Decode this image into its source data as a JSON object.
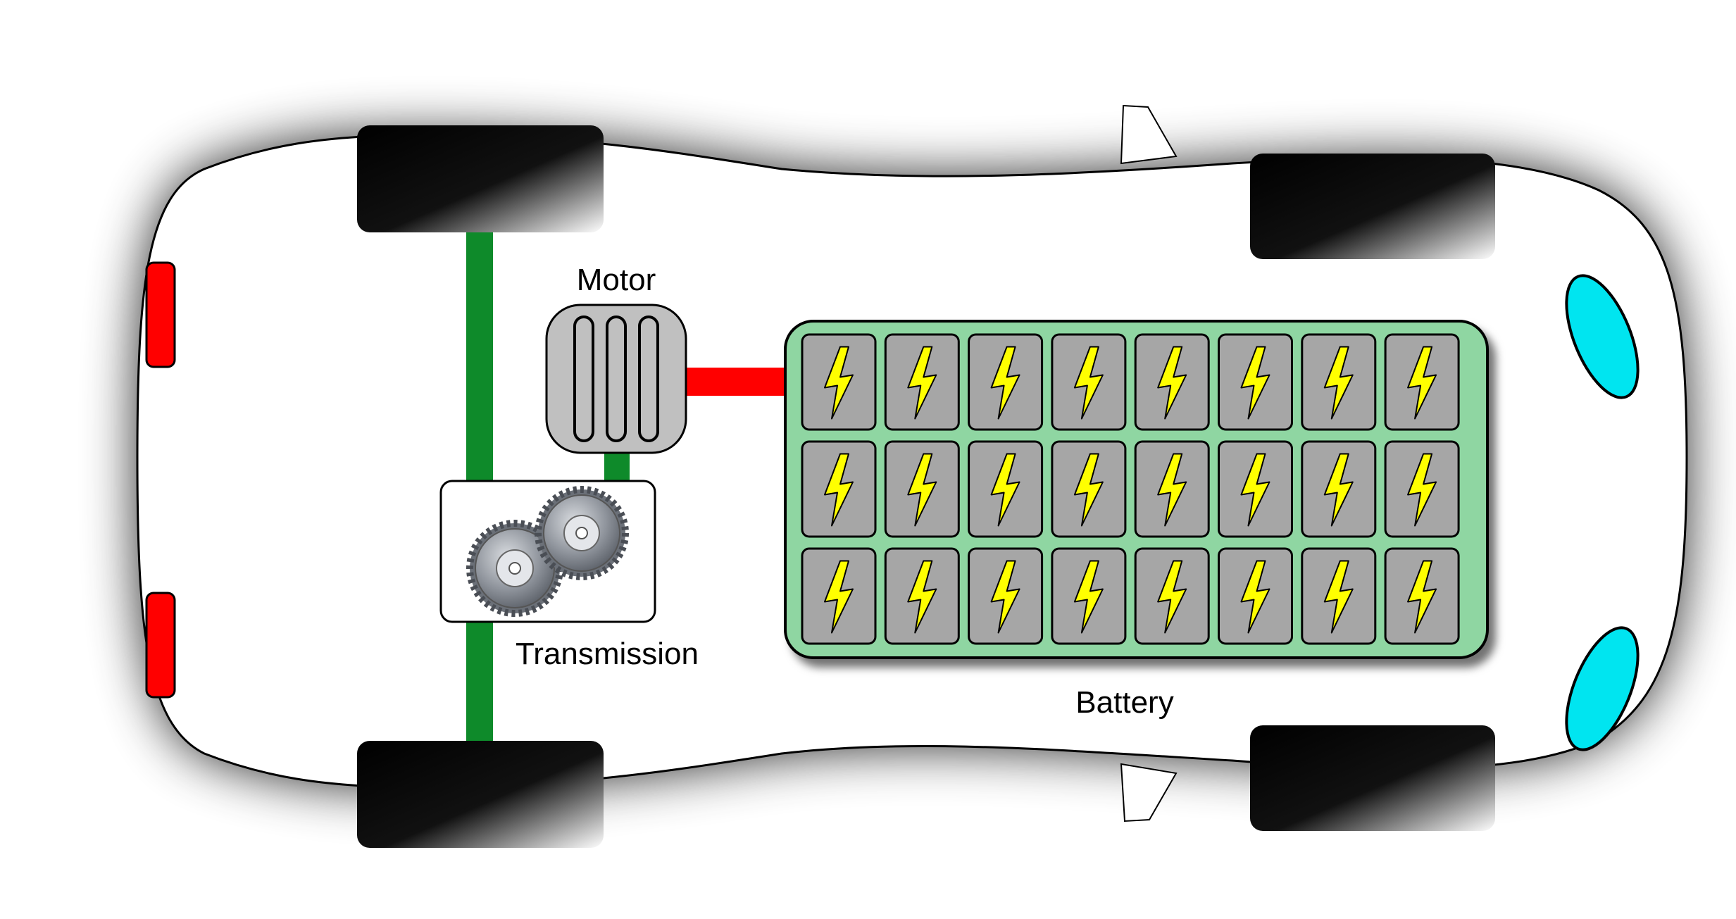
{
  "labels": {
    "motor": "Motor",
    "transmission": "Transmission",
    "battery": "Battery"
  },
  "battery": {
    "rows": 3,
    "columns": 8
  },
  "colors": {
    "body": "#ffffff",
    "outline": "#000000",
    "tire": "#000000",
    "axle": "#0e8a2a",
    "power_cable": "#ff0000",
    "tail_light": "#ff0000",
    "headlight": "#00e5f0",
    "battery_pack": "#8fd6a2",
    "cell": "#a6a6a6",
    "bolt": "#ffff00",
    "motor": "#c0c0c0",
    "gear": "#8f949c"
  }
}
